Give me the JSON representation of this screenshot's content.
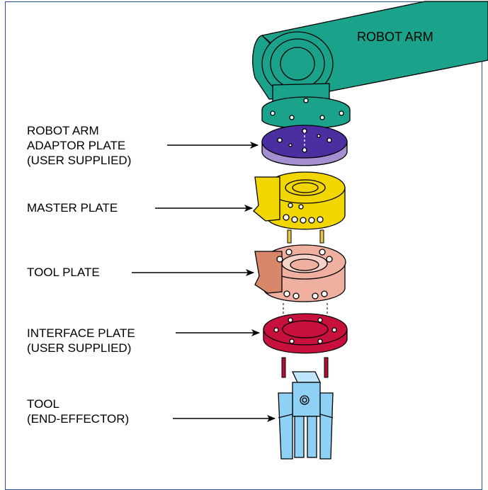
{
  "labels": {
    "robot_arm": "ROBOT ARM",
    "adaptor_plate": [
      "ROBOT ARM",
      "ADAPTOR PLATE",
      "(USER SUPPLIED)"
    ],
    "master_plate": "MASTER PLATE",
    "tool_plate": "TOOL PLATE",
    "interface_plate": [
      "INTERFACE PLATE",
      "(USER SUPPLIED)"
    ],
    "tool": [
      "TOOL",
      "(END-EFFECTOR)"
    ]
  },
  "colors": {
    "frame": "#2a4f9a",
    "robot_arm": "#1aa38a",
    "adaptor_plate": "#4b2fa0",
    "adaptor_plate_side": "#a58fd0",
    "master_plate": "#f2d600",
    "tool_plate": "#f0b0a0",
    "tool_plate_block": "#d8876a",
    "interface_plate": "#c8103c",
    "tool": "#8fd0f5",
    "screw": "#e6c84a",
    "interface_screw": "#b01030"
  }
}
